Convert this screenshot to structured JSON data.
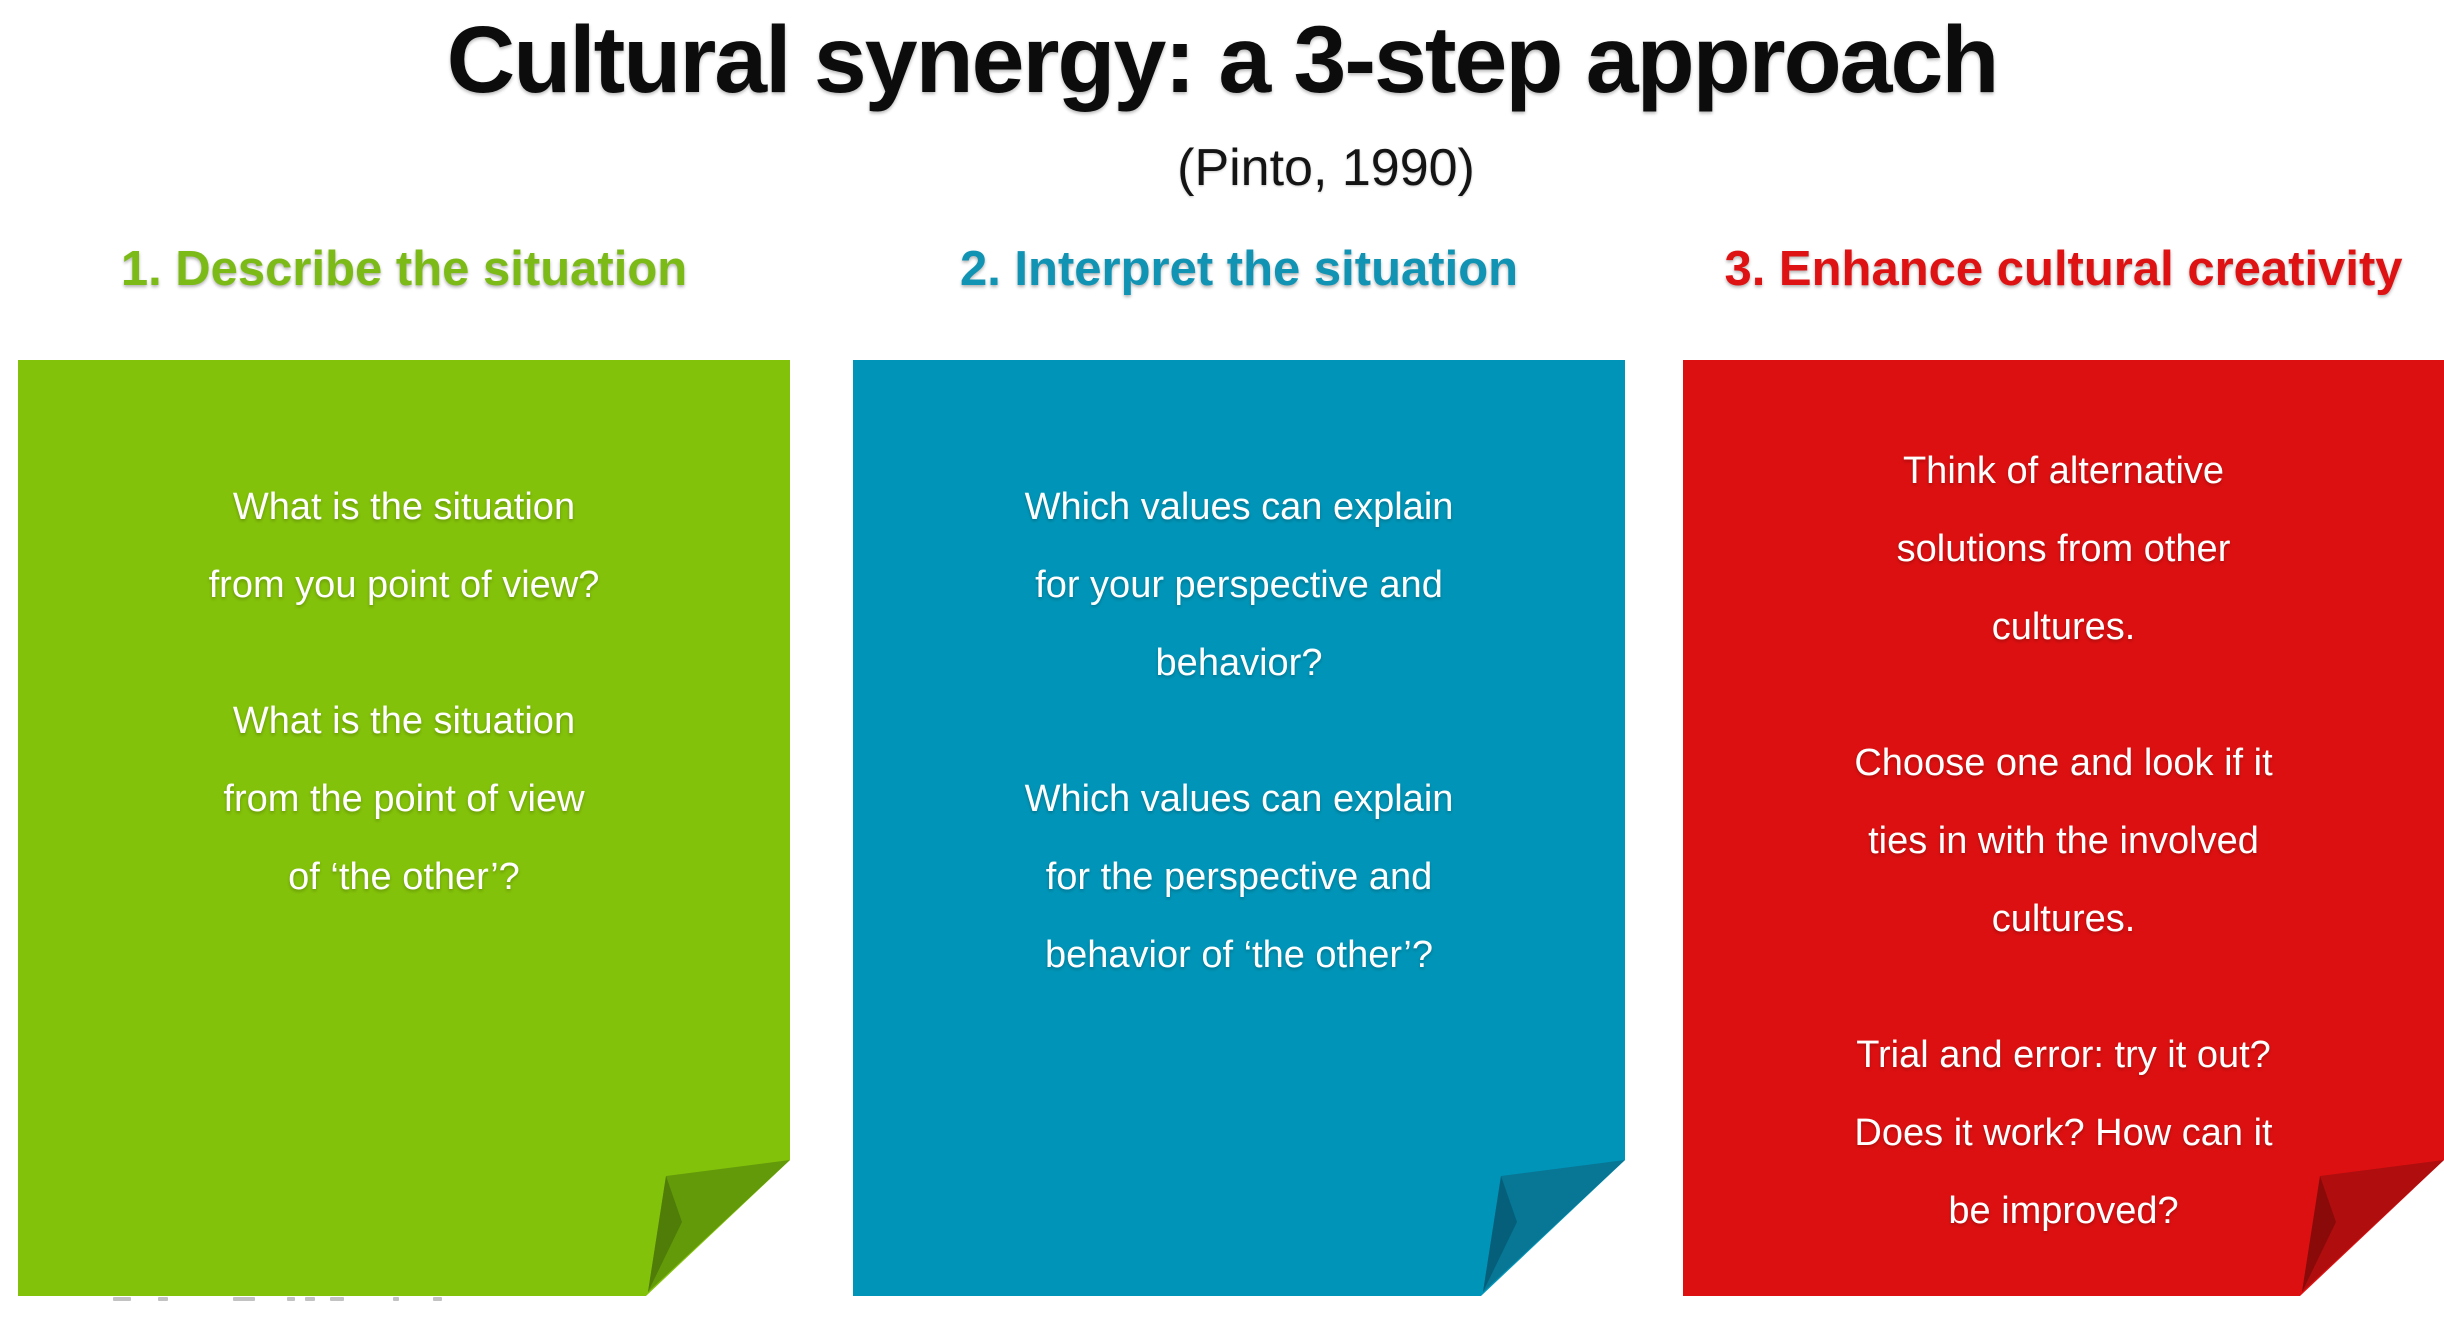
{
  "title": "Cultural synergy: a 3-step approach",
  "subtitle": "(Pinto, 1990)",
  "steps": [
    {
      "heading": "1. Describe the situation",
      "colors": {
        "heading": "#7cbb17",
        "card": "#83c20a",
        "fold": "#639a0a",
        "fold_dark": "#4f7d08"
      },
      "paragraphs": [
        {
          "lines": [
            "What is the situation",
            "from you point of view?"
          ]
        },
        {
          "lines": [
            "What is the situation",
            "from the point of view",
            "of ‘the other’?"
          ]
        }
      ]
    },
    {
      "heading": "2. Interpret the situation",
      "colors": {
        "heading": "#1193b4",
        "card": "#0095b8",
        "fold": "#077795",
        "fold_dark": "#065f7a"
      },
      "paragraphs": [
        {
          "lines": [
            "Which values can explain",
            "for your perspective and",
            "behavior?"
          ]
        },
        {
          "lines": [
            "Which values can explain",
            "for the perspective and",
            "behavior of ‘the other’?"
          ]
        }
      ]
    },
    {
      "heading": "3. Enhance cultural creativity",
      "colors": {
        "heading": "#de1212",
        "card": "#dd1011",
        "fold": "#b00d0e",
        "fold_dark": "#8a0a0a"
      },
      "paragraphs": [
        {
          "lines": [
            "Think of alternative",
            "solutions from other",
            "cultures."
          ]
        },
        {
          "lines": [
            "Choose one and look if it",
            "ties in with the involved",
            "cultures."
          ]
        },
        {
          "lines": [
            "Trial and error: try it out?",
            "Does it work? How can it",
            "be improved?"
          ]
        }
      ]
    }
  ]
}
